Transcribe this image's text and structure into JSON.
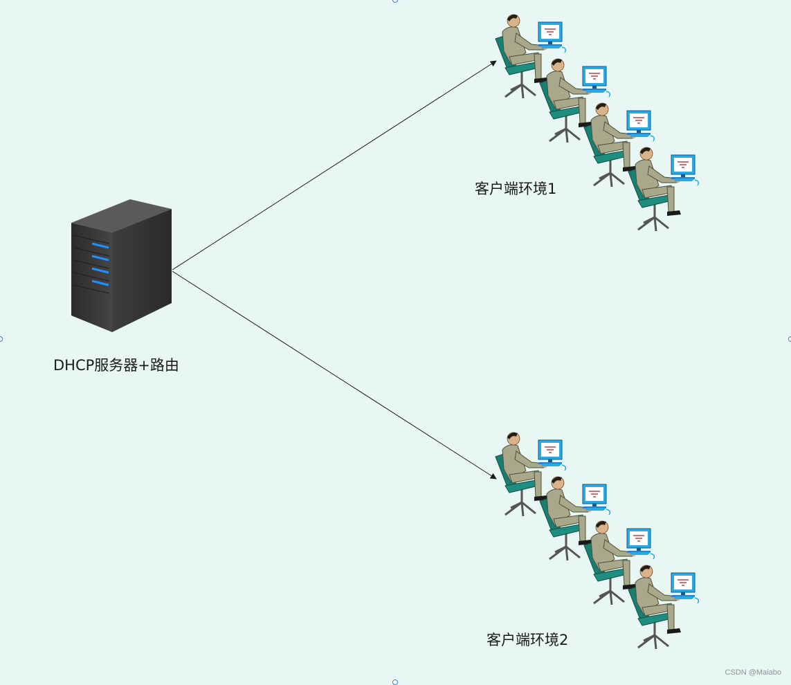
{
  "server": {
    "label": "DHCP服务器+路由",
    "icon": "server-tower-icon"
  },
  "client_groups": [
    {
      "label": "客户端环境1",
      "icon": "users-at-computers-icon",
      "people": 4
    },
    {
      "label": "客户端环境2",
      "icon": "users-at-computers-icon",
      "people": 4
    }
  ],
  "connections": [
    {
      "from": "server",
      "to": "client-group-1",
      "arrow": "end"
    },
    {
      "from": "server",
      "to": "client-group-2",
      "arrow": "end"
    }
  ],
  "watermark": "CSDN @Maiabo",
  "colors": {
    "background": "#e8f6f4",
    "line": "#1a1a1a",
    "server_body": "#3b3b3b",
    "server_led": "#1e90ff",
    "suit": "#a9a88a",
    "chair": "#1a7f72",
    "monitor": "#29a9e0",
    "selection_handle": "#2f7fd6"
  }
}
